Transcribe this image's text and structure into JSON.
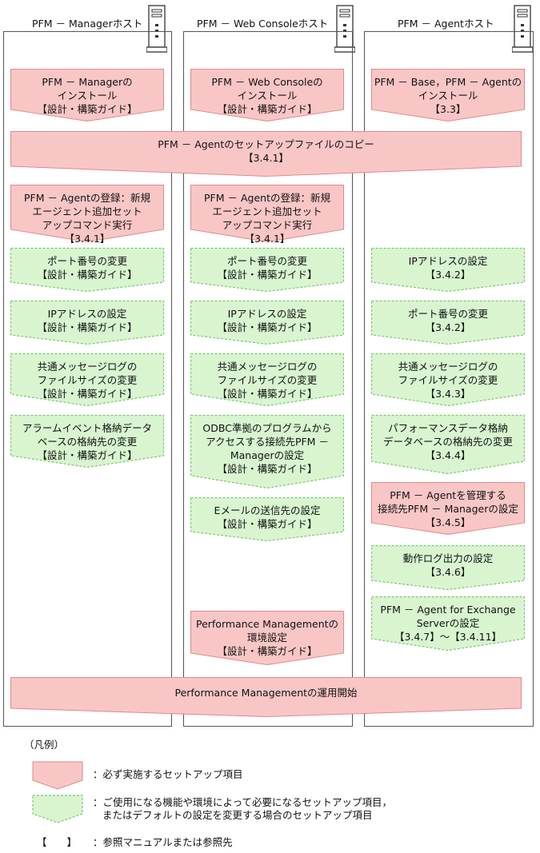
{
  "colors": {
    "required_fill": "#f9c6c6",
    "required_stroke": "#e08a8a",
    "optional_fill": "#d8f5d0",
    "optional_stroke": "#7cc86e",
    "border": "#555555"
  },
  "columns": [
    {
      "title": "PFM － Managerホスト",
      "steps": [
        {
          "lines": [
            "PFM － Managerの",
            "インストール",
            "【設計・構築ガイド】"
          ],
          "kind": "required"
        },
        {
          "lines": [
            "PFM － Agentの登録：新規",
            "エージェント追加セット",
            "アップコマンド実行",
            "【3.4.1】"
          ],
          "kind": "required"
        },
        {
          "lines": [
            "ポート番号の変更",
            "【設計・構築ガイド】"
          ],
          "kind": "optional"
        },
        {
          "lines": [
            "IPアドレスの設定",
            "【設計・構築ガイド】"
          ],
          "kind": "optional"
        },
        {
          "lines": [
            "共通メッセージログの",
            "ファイルサイズの変更",
            "【設計・構築ガイド】"
          ],
          "kind": "optional"
        },
        {
          "lines": [
            "アラームイベント格納データ",
            "ベースの格納先の変更",
            "【設計・構築ガイド】"
          ],
          "kind": "optional"
        }
      ]
    },
    {
      "title": "PFM － Web Consoleホスト",
      "steps": [
        {
          "lines": [
            "PFM － Web Consoleの",
            "インストール",
            "【設計・構築ガイド】"
          ],
          "kind": "required"
        },
        {
          "lines": [
            "PFM － Agentの登録：新規",
            "エージェント追加セット",
            "アップコマンド実行",
            "【3.4.1】"
          ],
          "kind": "required"
        },
        {
          "lines": [
            "ポート番号の変更",
            "【設計・構築ガイド】"
          ],
          "kind": "optional"
        },
        {
          "lines": [
            "IPアドレスの設定",
            "【設計・構築ガイド】"
          ],
          "kind": "optional"
        },
        {
          "lines": [
            "共通メッセージログの",
            "ファイルサイズの変更",
            "【設計・構築ガイド】"
          ],
          "kind": "optional"
        },
        {
          "lines": [
            "ODBC準拠のプログラムから",
            "アクセスする接続先PFM －",
            "Managerの設定",
            "【設計・構築ガイド】"
          ],
          "kind": "optional"
        },
        {
          "lines": [
            "Eメールの送信先の設定",
            "【設計・構築ガイド】"
          ],
          "kind": "optional"
        },
        {
          "lines": [
            "Performance Managementの",
            "環境設定",
            "【設計・構築ガイド】"
          ],
          "kind": "required"
        }
      ]
    },
    {
      "title": "PFM － Agentホスト",
      "steps": [
        {
          "lines": [
            "PFM － Base，PFM － Agentの",
            "インストール",
            "【3.3】"
          ],
          "kind": "required"
        },
        {
          "lines": [
            "IPアドレスの設定",
            "【3.4.2】"
          ],
          "kind": "optional"
        },
        {
          "lines": [
            "ポート番号の変更",
            "【3.4.2】"
          ],
          "kind": "optional"
        },
        {
          "lines": [
            "共通メッセージログの",
            "ファイルサイズの変更",
            "【3.4.3】"
          ],
          "kind": "optional"
        },
        {
          "lines": [
            "パフォーマンスデータ格納",
            "データベースの格納先の変更",
            "【3.4.4】"
          ],
          "kind": "optional"
        },
        {
          "lines": [
            "PFM － Agentを管理する",
            "接続先PFM － Managerの設定",
            "【3.4.5】"
          ],
          "kind": "required"
        },
        {
          "lines": [
            "動作ログ出力の設定",
            "【3.4.6】"
          ],
          "kind": "optional"
        },
        {
          "lines": [
            "PFM － Agent for Exchange",
            "Serverの設定",
            "【3.4.7】～【3.4.11】"
          ],
          "kind": "optional"
        }
      ]
    }
  ],
  "spanning": [
    {
      "lines": [
        "PFM － Agentのセットアップファイルのコピー",
        "【3.4.1】"
      ],
      "kind": "required"
    },
    {
      "lines": [
        "Performance Managementの運用開始"
      ],
      "kind": "required"
    }
  ],
  "legend": {
    "title": "（凡例）",
    "required_text": "：必ず実施するセットアップ項目",
    "optional_text_1": "：ご使用になる機能や環境によって必要になるセットアップ項目，",
    "optional_text_2": "またはデフォルトの設定を変更する場合のセットアップ項目",
    "reference_symbol": "【　　】",
    "reference_text": "：参照マニュアルまたは参照先"
  }
}
